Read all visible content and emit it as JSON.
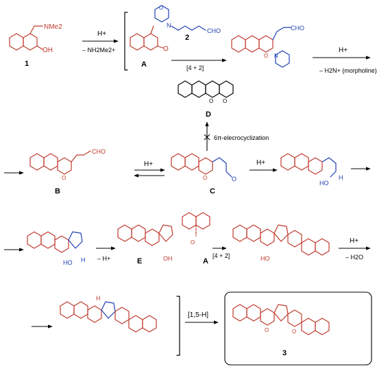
{
  "reagents": {
    "r1_label": "1",
    "r1_nme2": "NMe2",
    "r1_oh": "OH",
    "step1_top": "H+",
    "step1_bottom": "– NH2Me2+",
    "A_label": "A",
    "compound2_label": "2",
    "cho": "CHO",
    "cycloaddition": "[4 + 2]",
    "step3_top": "H+",
    "step3_bottom": "– H2N+ (morpholine)",
    "D_label": "D",
    "electrocyclization": "6π-elecrocyclization",
    "B_label": "B",
    "equilibrium_top": "H+",
    "C_label": "C",
    "step_C_top": "H+",
    "E_label": "E",
    "A2_label": "A",
    "minus_h": "– H+",
    "oh": "OH",
    "ho": "HO",
    "h": "H",
    "cyclo2": "[4 + 2]",
    "step_last_top": "H+",
    "step_last_bottom": "– H2O",
    "shift": "[1,5-H]",
    "product_label": "3",
    "o": "O",
    "n": "N"
  }
}
